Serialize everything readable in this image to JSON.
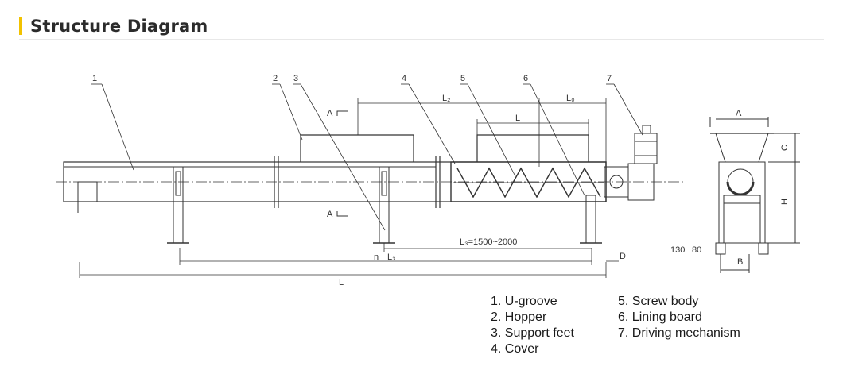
{
  "header": {
    "title": "Structure Diagram",
    "accent_color": "#f2c200"
  },
  "diagram": {
    "part_numbers": [
      "1",
      "2",
      "3",
      "4",
      "5",
      "6",
      "7"
    ],
    "dimensions": {
      "L": "L",
      "L0": "L₀",
      "L2": "L₂",
      "L_hopper": "L",
      "L3_range": "L₃=1500~2000",
      "n": "n",
      "L3": "L₃",
      "D": "D",
      "section_A_top": "A",
      "section_A_bottom": "A",
      "side_A": "A",
      "side_C": "C",
      "side_H": "H",
      "side_B": "B",
      "side_130": "130",
      "side_80": "80"
    }
  },
  "legend": {
    "left": [
      "1. U-groove",
      "2. Hopper",
      "3. Support feet",
      "4. Cover"
    ],
    "right": [
      "5. Screw body",
      "6. Lining board",
      "7. Driving mechanism"
    ]
  }
}
